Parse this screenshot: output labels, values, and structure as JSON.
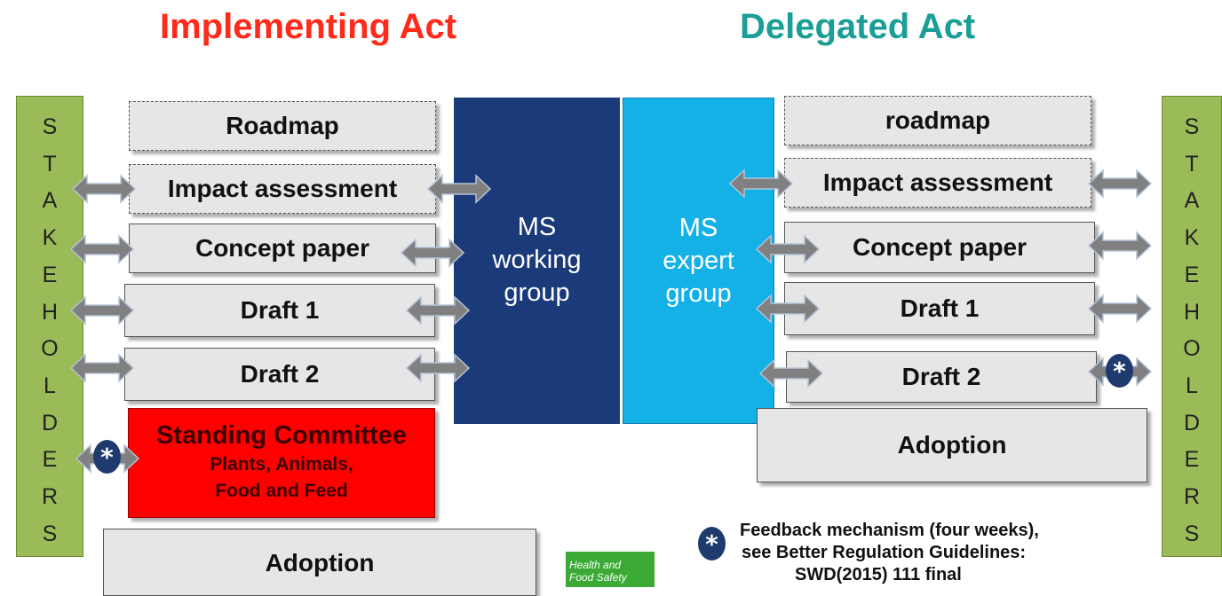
{
  "titles": {
    "implementing": "Implementing Act",
    "delegated": "Delegated Act",
    "implementing_color": "#ff2a1a",
    "delegated_color": "#1a9e96"
  },
  "stakeholders_letters": [
    "S",
    "T",
    "A",
    "K",
    "E",
    "H",
    "O",
    "L",
    "D",
    "E",
    "R",
    "S"
  ],
  "left_steps": {
    "roadmap": "Roadmap",
    "impact": "Impact assessment",
    "concept": "Concept paper",
    "draft1": "Draft 1",
    "draft2": "Draft 2",
    "committee_title": "Standing Committee",
    "committee_sub1": "Plants, Animals,",
    "committee_sub2": "Food and Feed",
    "adoption": "Adoption"
  },
  "right_steps": {
    "roadmap": "roadmap",
    "impact": "Impact assessment",
    "concept": "Concept paper",
    "draft1": "Draft 1",
    "draft2": "Draft 2",
    "adoption": "Adoption"
  },
  "groups": {
    "working": [
      "MS",
      "working",
      "group"
    ],
    "expert": [
      "MS",
      "expert",
      "group"
    ],
    "working_color": "#1b3a7a",
    "expert_color": "#14b1e7"
  },
  "asterisk": "*",
  "footnote": {
    "line1": "Feedback mechanism (four weeks),",
    "line2": "see Better Regulation Guidelines:",
    "line3": "SWD(2015) 111 final"
  },
  "logo": {
    "line1": "Health and",
    "line2": "Food Safety",
    "color": "#3aaa35"
  },
  "colors": {
    "stakeholder": "#9bbb59",
    "committee": "#ff0000",
    "arrow": "#7f7f7f",
    "star": "#1f3b6e"
  }
}
